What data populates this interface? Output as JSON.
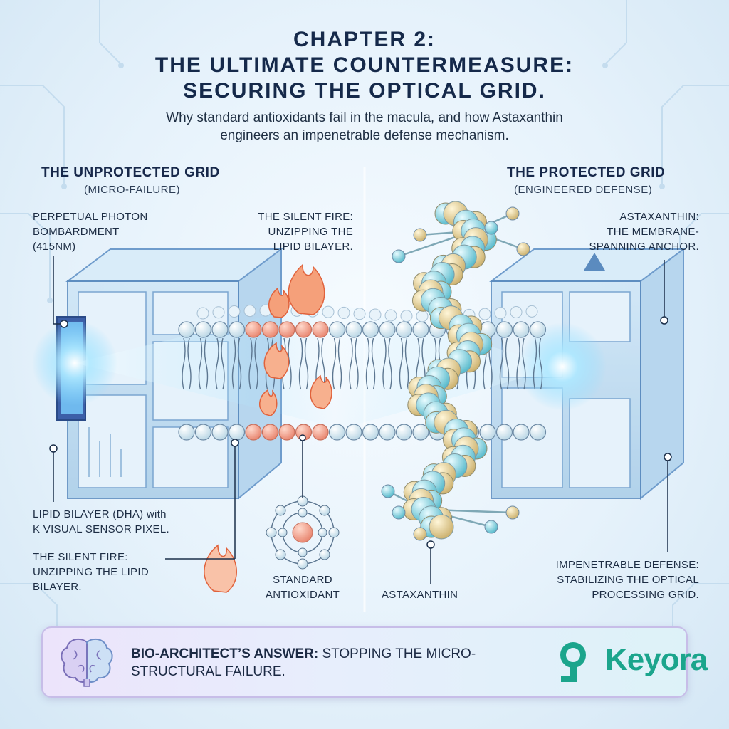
{
  "header": {
    "chapter": "CHAPTER 2:",
    "title_line1": "THE ULTIMATE COUNTERMEASURE:",
    "title_line2": "SECURING THE OPTICAL GRID.",
    "subtitle_line1": "Why standard antioxidants fail in the macula, and how Astaxanthin",
    "subtitle_line2": "engineers an impenetrable defense mechanism."
  },
  "left_panel": {
    "heading": "THE UNPROTECTED GRID",
    "subheading": "(MICRO-FAILURE)",
    "photon_label": [
      "PERPETUAL PHOTON",
      "BOMBARDMENT",
      "(415NM)"
    ],
    "silent_fire_top": [
      "THE SILENT FIRE:",
      "UNZIPPING THE",
      "LIPID BILAYER."
    ],
    "lipid_label": [
      "LIPID BILAYER (DHA) with",
      "K VISUAL SENSOR PIXEL."
    ],
    "silent_fire_bottom": [
      "THE SILENT FIRE:",
      "UNZIPPING THE LIPID",
      "BILAYER."
    ],
    "antioxidant_label": [
      "STANDARD",
      "ANTIOXIDANT"
    ]
  },
  "right_panel": {
    "heading": "THE PROTECTED GRID",
    "subheading": "(ENGINEERED DEFENSE)",
    "anchor_label": [
      "ASTAXANTHIN:",
      "THE MEMBRANE-",
      "SPANNING ANCHOR."
    ],
    "astaxanthin_label": "ASTAXANTHIN",
    "defense_label": [
      "IMPENETRABLE DEFENSE:",
      "STABILIZING THE OPTICAL",
      "PROCESSING GRID."
    ]
  },
  "banner": {
    "bold": "BIO-ARCHITECT’S ANSWER:",
    "text": " STOPPING THE MICRO-STRUCTURAL FAILURE.",
    "logo": "Keyora",
    "icon": "brain-icon"
  },
  "colors": {
    "title": "#15294a",
    "lipid_head": "#dcecf5",
    "damaged_head": "#f1a08c",
    "flame": "#f08a5d",
    "astaxanthin_gold": "#e2cf98",
    "astaxanthin_cyan": "#8fd3df",
    "logo": "#1ba58c",
    "light_beam": "#8fdcff"
  }
}
